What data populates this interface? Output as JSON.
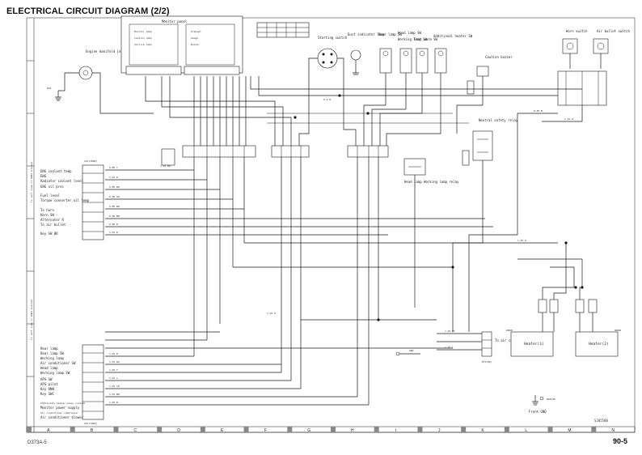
{
  "title": "ELECTRICAL CIRCUIT DIAGRAM (2/2)",
  "footer": {
    "left": "D373A-5",
    "right": "90-5",
    "ref": "SJ05500"
  },
  "columns": [
    "A",
    "B",
    "C",
    "D",
    "E",
    "F",
    "G",
    "H",
    "I",
    "J",
    "K",
    "L",
    "M",
    "N"
  ],
  "components": {
    "engine_manifold_sensor": "Engine manifold  inhalation pressure  sensor",
    "monitor_panel": "Monitor panel",
    "starting_switch": "Starting switch",
    "dust_indicator": "Dust indicator lamp",
    "rear_lamp_sw": "Rear lamp SW",
    "head_lamp_sw": "Head lamp SW",
    "working_lamp_sw": "Working lamp SW",
    "foot_warm_sw": "Foot warm SW",
    "additional_heater_sw": "Additional heater SW",
    "horn_switch": "Horn switch",
    "air_bullet_switch": "Air bullet switch",
    "caution_buzzer": "Caution buzzer",
    "neutral_safety_relay": "Neutral safety relay",
    "head_lamp_relay": "Head lamp Working lamp relay",
    "air_conditioner": "To air conditioner",
    "heater1": "Heater(1)",
    "heater2": "Heater(2)",
    "front_gnd": "Front GND",
    "connector_top": "X21(CN6P)",
    "connector_bottom": "X21(CN6P)",
    "gnd_label": "GND"
  },
  "left_labels_top": [
    "ENG coolant temp",
    "ENG",
    "Radiator coolant level",
    "ENG oil pres",
    "Fuel level",
    "Torque converter oil temp",
    "To horn",
    "Horn SW",
    "Alternator R",
    "To air bullet",
    "Key SW BR"
  ],
  "left_labels_bottom": [
    "Rear lamp",
    "Rear lamp SW",
    "Working lamp",
    "Air conditioner SW",
    "Head lamp",
    "Working lamp SW",
    "APS SW",
    "APS pilot",
    "Key ONN",
    "Key SWC",
    "Additional heater power control",
    "Monitor power supply",
    "Air conditioner compressor",
    "Air conditioner blower"
  ],
  "side_labels": [
    "To left side of ROPS bracket",
    "To left side of ROPS bracket"
  ]
}
